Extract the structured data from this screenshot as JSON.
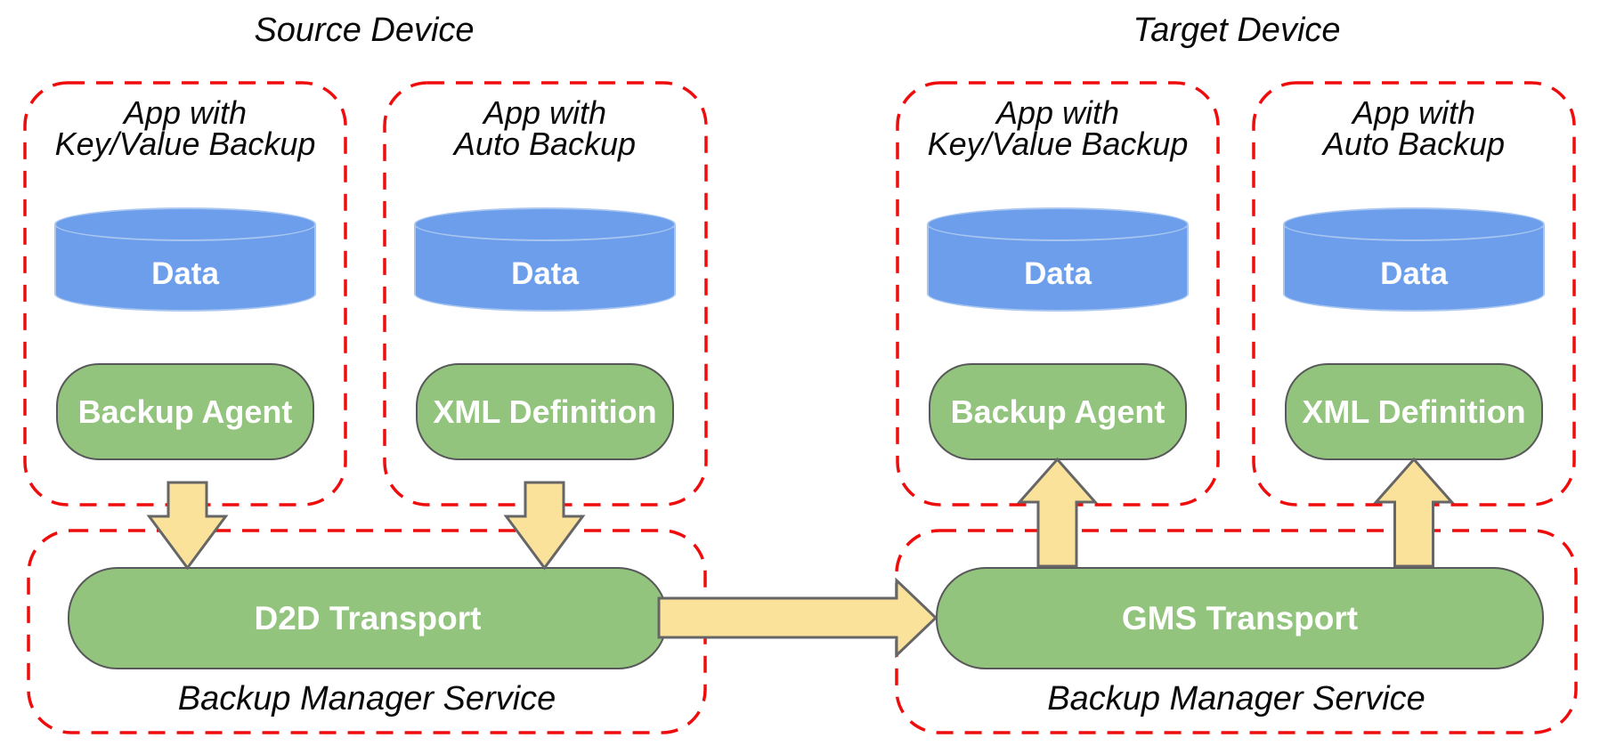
{
  "titles": {
    "source": "Source Device",
    "target": "Target Device"
  },
  "apps": [
    {
      "line1": "App with",
      "line2": "Key/Value Backup",
      "data_label": "Data",
      "component_label": "Backup Agent"
    },
    {
      "line1": "App with",
      "line2": "Auto Backup",
      "data_label": "Data",
      "component_label": "XML Definition"
    },
    {
      "line1": "App with",
      "line2": "Key/Value Backup",
      "data_label": "Data",
      "component_label": "Backup Agent"
    },
    {
      "line1": "App with",
      "line2": "Auto Backup",
      "data_label": "Data",
      "component_label": "XML Definition"
    }
  ],
  "services": [
    {
      "transport_label": "D2D Transport",
      "service_label": "Backup Manager Service"
    },
    {
      "transport_label": "GMS Transport",
      "service_label": "Backup Manager Service"
    }
  ],
  "colors": {
    "dash": "#ee0c0c",
    "cylinder_fill": "#6d9eeb",
    "cylinder_stroke": "#a8c6f0",
    "component_fill": "#93c47d",
    "component_stroke": "#58585a",
    "arrow_fill": "#fbe29b",
    "arrow_stroke": "#666666",
    "text_dark": "#0a0a0a",
    "text_white": "#ffffff"
  }
}
